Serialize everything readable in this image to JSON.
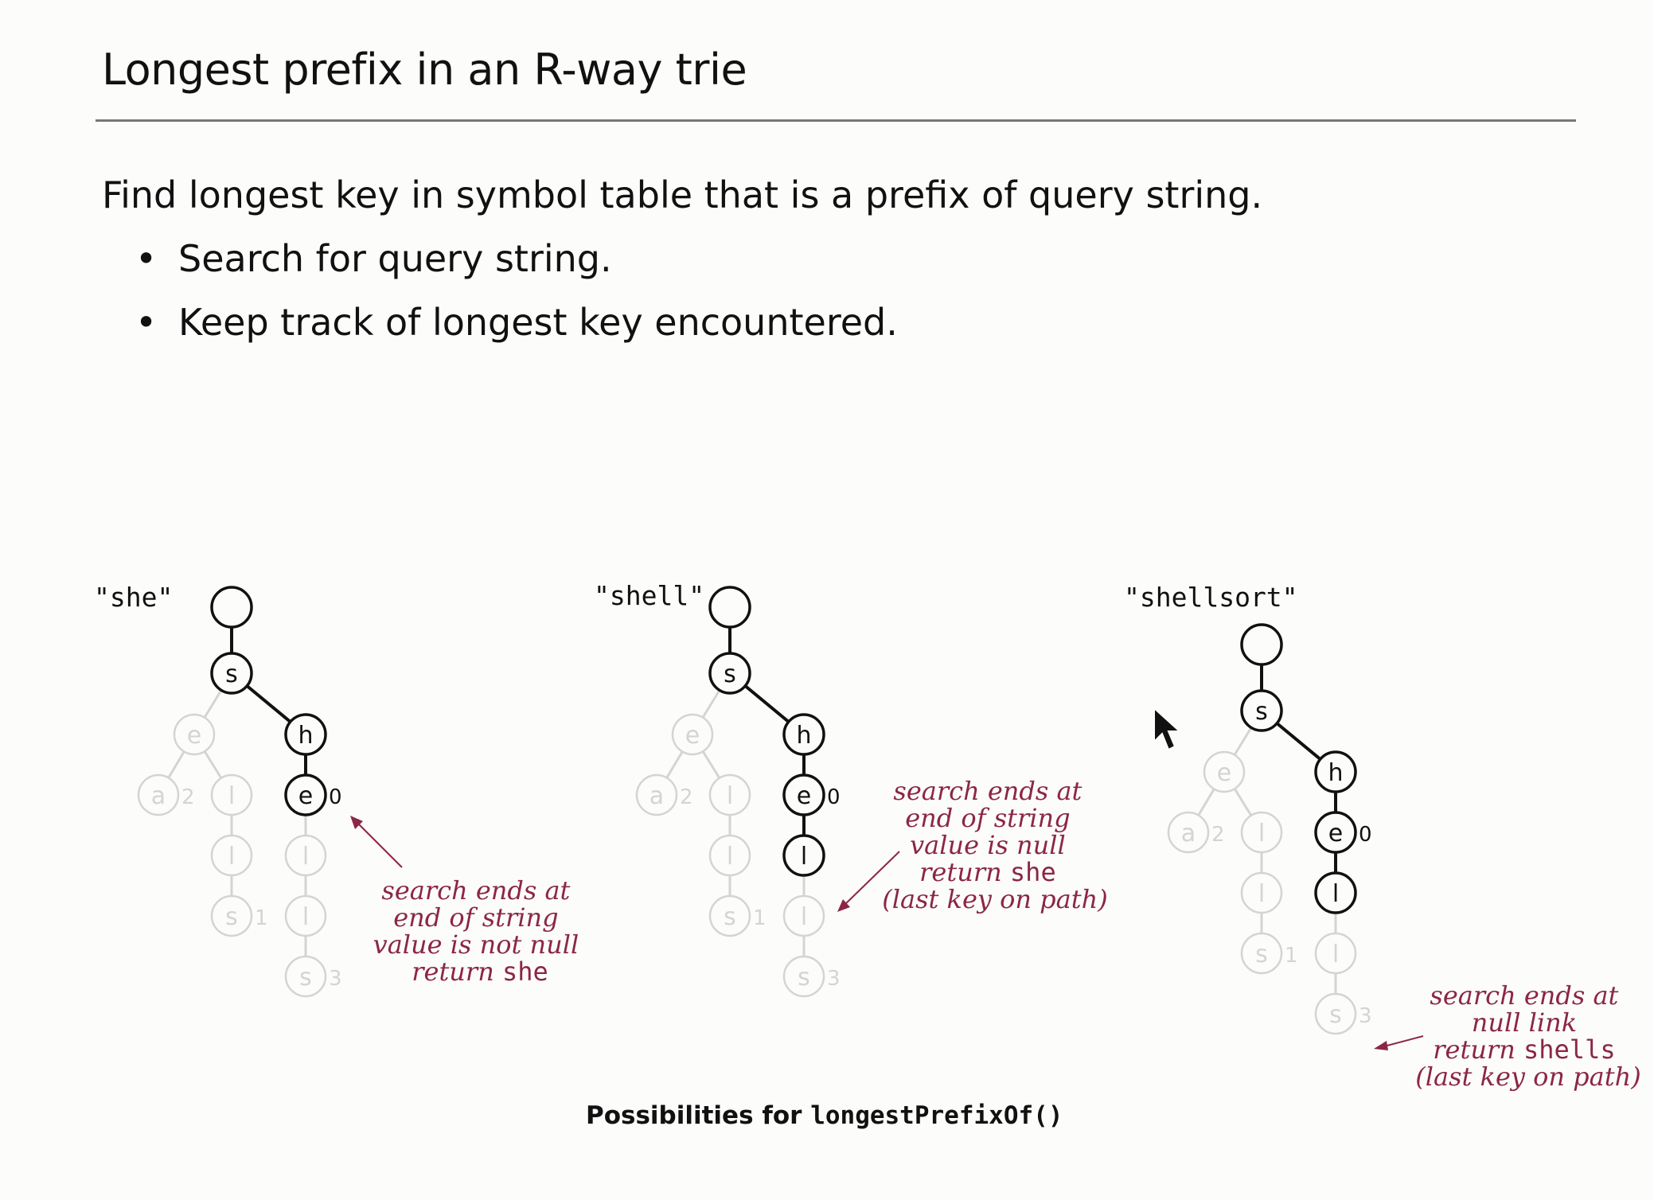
{
  "slide": {
    "title": "Longest prefix in an R-way trie",
    "lead": "Find longest key in symbol table that is a prefix of query string.",
    "bullets": [
      "Search for query string.",
      "Keep track of longest key encountered."
    ]
  },
  "figure": {
    "caption_prefix": "Possibilities for ",
    "caption_code": "longestPrefixOf()",
    "colors": {
      "active": "#111111",
      "faded": "#d4d4d4",
      "annotation": "#8b2647"
    },
    "panels": [
      {
        "query": "\"she\"",
        "active_path": [
          "root",
          "s",
          "h",
          "e"
        ],
        "annotation": [
          "search ends at",
          "end of string",
          "value is not null"
        ],
        "return_word": "return ",
        "return_key": "she",
        "path_note": ""
      },
      {
        "query": "\"shell\"",
        "active_path": [
          "root",
          "s",
          "h",
          "e",
          "l",
          "l"
        ],
        "annotation": [
          "search ends at",
          "end of string",
          "value is null"
        ],
        "return_word": "return ",
        "return_key": "she",
        "path_note": "(last key on path)"
      },
      {
        "query": "\"shellsort\"",
        "active_path": [
          "root",
          "s",
          "h",
          "e",
          "l",
          "l",
          "s"
        ],
        "annotation": [
          "search ends at",
          "null link"
        ],
        "return_word": "return ",
        "return_key": "shells",
        "path_note": "(last key on path)"
      }
    ],
    "trie": {
      "nodes": [
        {
          "id": "root",
          "ch": "",
          "val": ""
        },
        {
          "id": "s",
          "ch": "s",
          "val": ""
        },
        {
          "id": "e1",
          "ch": "e",
          "val": ""
        },
        {
          "id": "h",
          "ch": "h",
          "val": ""
        },
        {
          "id": "a",
          "ch": "a",
          "val": "2"
        },
        {
          "id": "l1",
          "ch": "l",
          "val": ""
        },
        {
          "id": "e",
          "ch": "e",
          "val": "0"
        },
        {
          "id": "l2",
          "ch": "l",
          "val": ""
        },
        {
          "id": "l",
          "ch": "l",
          "val": ""
        },
        {
          "id": "s1",
          "ch": "s",
          "val": "1"
        },
        {
          "id": "ll",
          "ch": "l",
          "val": ""
        },
        {
          "id": "s3",
          "ch": "s",
          "val": "3"
        }
      ]
    }
  }
}
